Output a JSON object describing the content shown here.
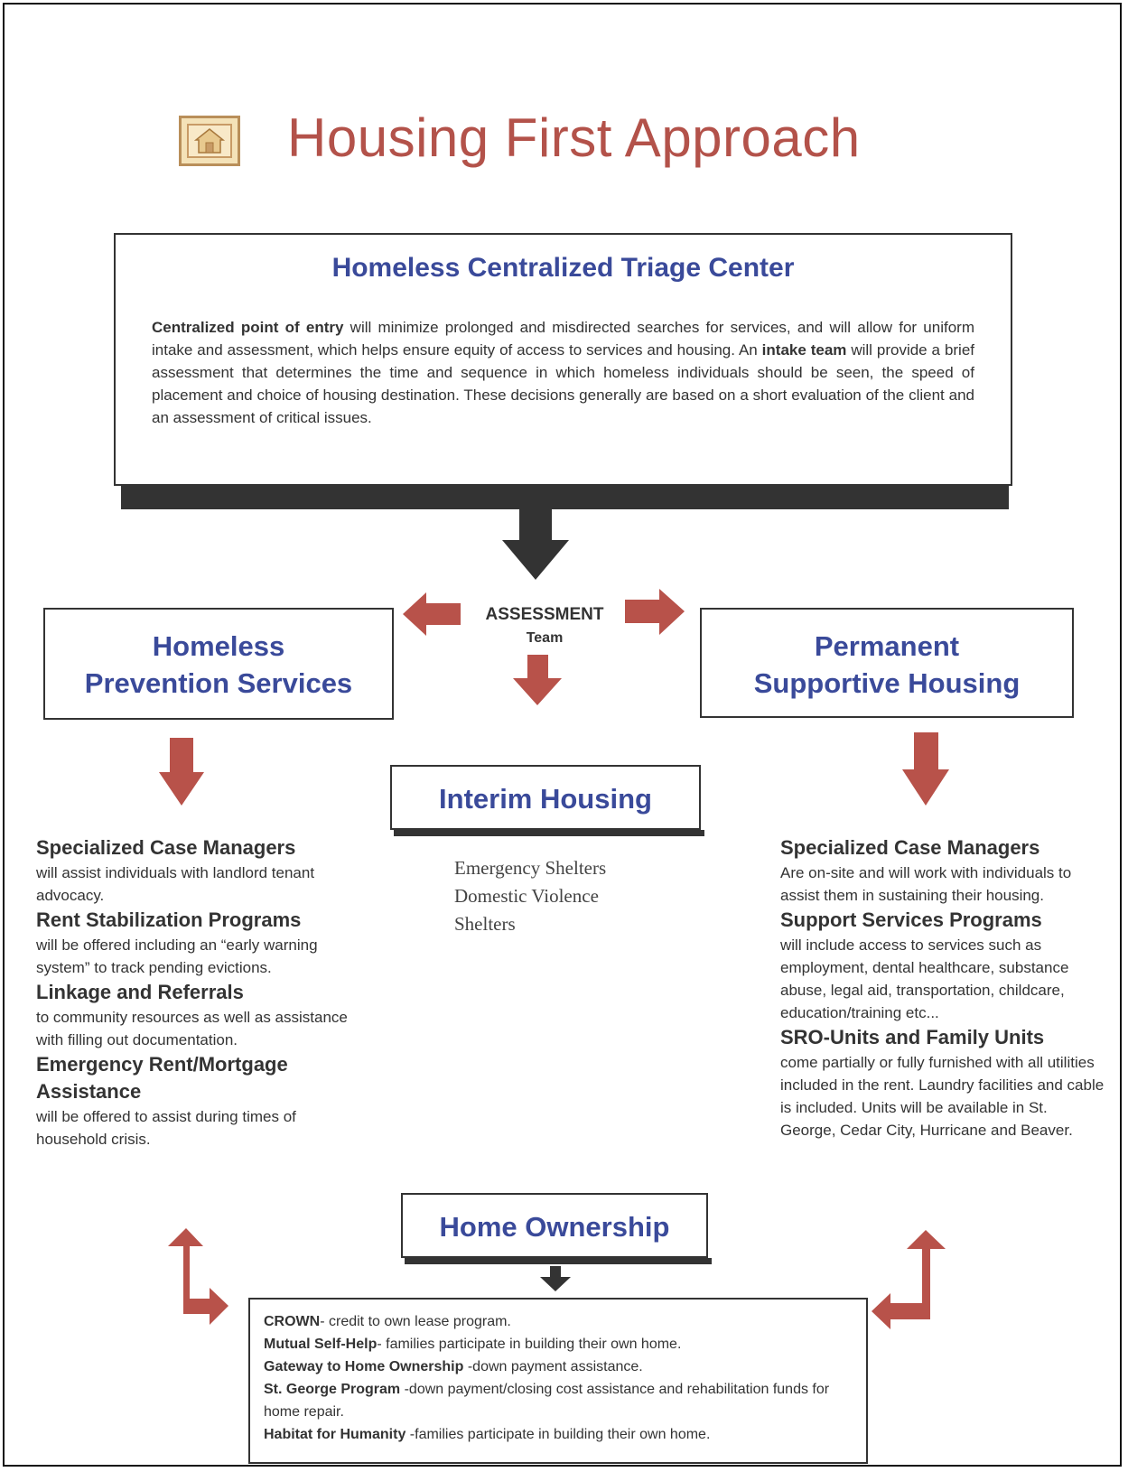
{
  "title": "Housing First Approach",
  "triage": {
    "heading": "Homeless Centralized Triage Center",
    "p1_bold": "Centralized point of entry",
    "p1_text": " will minimize prolonged and misdirected searches for services, and will allow for uniform intake and assessment, which helps ensure equity of access to services and housing.  An ",
    "p2_bold": "intake team",
    "p2_text": " will provide a brief assessment that determines the time and sequence in which homeless individuals should be seen, the speed of placement and choice of housing destination. These decisions generally are based on a short evaluation of the client and an assessment of critical issues."
  },
  "assessment": {
    "line1": "ASSESSMENT",
    "line2": "Team"
  },
  "prevention": {
    "line1": "Homeless",
    "line2": "Prevention Services"
  },
  "psh": {
    "line1": "Permanent",
    "line2": "Supportive Housing"
  },
  "interim": {
    "heading": "Interim Housing",
    "items": [
      "Emergency Shelters",
      "Domestic Violence",
      "Shelters"
    ]
  },
  "left_col": [
    {
      "heading": "Specialized Case Managers",
      "text": "will assist individuals with landlord tenant advocacy."
    },
    {
      "heading": "Rent Stabilization Programs",
      "text": "will be offered  including an “early warning system” to track pending evictions."
    },
    {
      "heading": "Linkage and Referrals",
      "text": "to community resources as well as assistance with filling out documentation."
    },
    {
      "heading": "Emergency Rent/Mortgage Assistance",
      "text": "will be offered to assist during times of  household crisis."
    }
  ],
  "right_col": [
    {
      "heading": "Specialized Case Managers",
      "text": "Are on-site and will work with individuals to assist them in sustaining their housing."
    },
    {
      "heading": "Support Services Programs",
      "text": "will include access to services such as employment, dental healthcare, substance abuse, legal aid, transportation, childcare, education/training etc..."
    },
    {
      "heading": "SRO-Units and Family Units",
      "text": "come partially or fully furnished with all utilities included in the rent. Laundry facilities and cable is included.  Units will be available in St. George, Cedar City, Hurricane and Beaver."
    }
  ],
  "home_ownership": {
    "heading": "Home Ownership",
    "programs": [
      {
        "name": "CROWN",
        "desc": "- credit to own lease program."
      },
      {
        "name": "Mutual Self-Help",
        "desc": "- families participate in building their own home."
      },
      {
        "name": "Gateway to Home Ownership",
        "desc": " -down payment assistance."
      },
      {
        "name": "St. George Program",
        "desc": " -down payment/closing cost assistance and rehabilitation funds for home repair."
      },
      {
        "name": "Habitat for Humanity",
        "desc": " -families participate in building their own home."
      }
    ]
  },
  "colors": {
    "title": "#b3524a",
    "heading": "#3a4a9a",
    "arrow_red": "#b8524a",
    "arrow_dark": "#333333"
  },
  "icons": [
    "house-icon"
  ]
}
